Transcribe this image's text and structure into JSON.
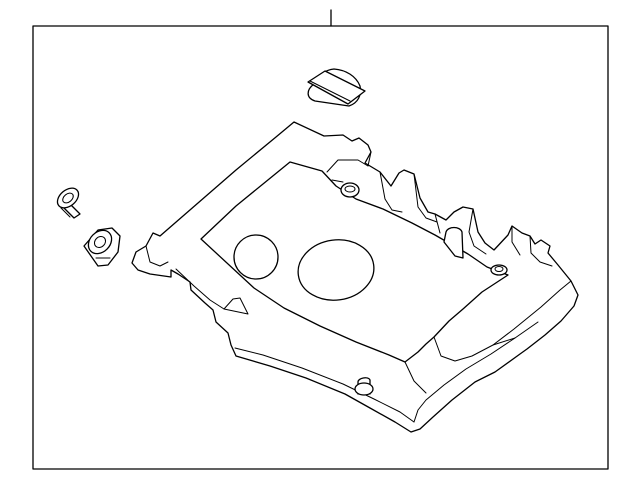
{
  "diagram": {
    "line_color": "#000000",
    "background_color": "#ffffff",
    "parts": [
      {
        "name": "engine-cover"
      },
      {
        "name": "cover-cap"
      },
      {
        "name": "grommet"
      },
      {
        "name": "bolt"
      }
    ]
  }
}
